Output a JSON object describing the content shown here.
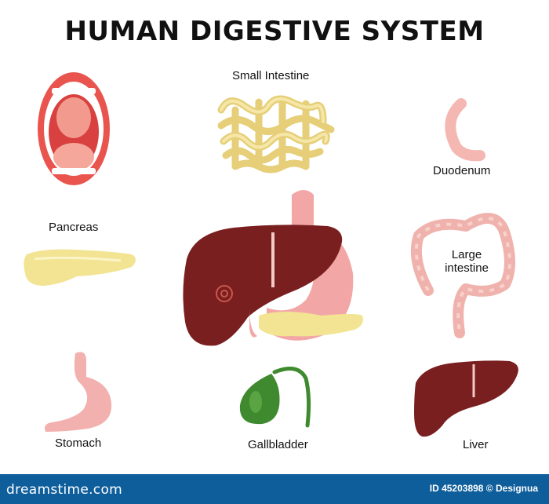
{
  "title": "HUMAN DIGESTIVE SYSTEM",
  "labels": {
    "small_intestine": "Small Intestine",
    "duodenum": "Duodenum",
    "pancreas": "Pancreas",
    "large_intestine": "Large intestine",
    "stomach": "Stomach",
    "gallbladder": "Gallbladder",
    "liver": "Liver"
  },
  "footer": {
    "logo": "dreamstime.com",
    "credit": "ID 45203898 © Designua"
  },
  "colors": {
    "liver": "#7a1f1f",
    "stomach": "#f4b7b2",
    "pancreas": "#f3e79b",
    "small_intestine": "#eedd8a",
    "gallbladder": "#3f8a2e",
    "mouth": "#e85a5a",
    "footer": "#0f5e9c"
  }
}
